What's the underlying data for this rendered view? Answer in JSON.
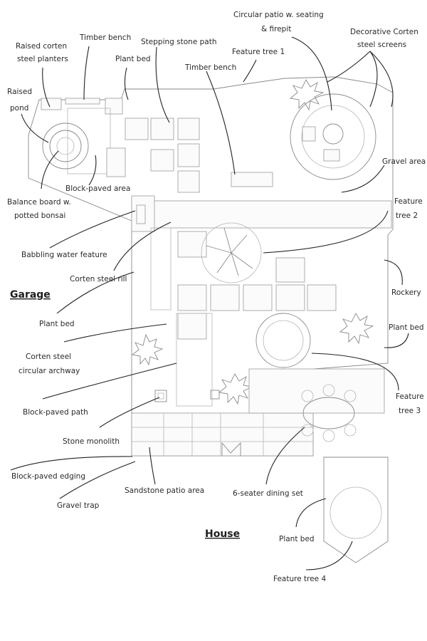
{
  "plan": {
    "garage_label": "Garage",
    "house_label": "House",
    "labels": {
      "raised_corten_planters": [
        "Raised corten",
        "steel planters"
      ],
      "timber_bench_top": "Timber bench",
      "plant_bed_top": "Plant bed",
      "stepping_stone_path": "Stepping stone path",
      "circular_patio": [
        "Circular patio w. seating",
        "& firepit"
      ],
      "feature_tree_1": "Feature tree 1",
      "decorative_corten_screens": [
        "Decorative Corten",
        "steel screens"
      ],
      "raised_pond": [
        "Raised",
        "pond"
      ],
      "timber_bench_mid": "Timber bench",
      "gravel_area": "Gravel area",
      "balance_board": [
        "Balance board w.",
        "potted bonsai"
      ],
      "block_paved_area": "Block-paved area",
      "feature_tree_2": [
        "Feature",
        "tree 2"
      ],
      "babbling_water_feature": "Babbling water feature",
      "corten_steel_rill": "Corten steel rill",
      "rockery": "Rockery",
      "plant_bed_left": "Plant bed",
      "plant_bed_right": "Plant bed",
      "corten_archway": [
        "Corten steel",
        "circular archway"
      ],
      "feature_tree_3": [
        "Feature",
        "tree 3"
      ],
      "block_paved_path": "Block-paved path",
      "stone_monolith": "Stone monolith",
      "block_paved_edging": "Block-paved edging",
      "gravel_trap": "Gravel trap",
      "sandstone_patio": "Sandstone patio area",
      "dining_set": "6-seater dining set",
      "plant_bed_bottom": "Plant bed",
      "feature_tree_4": "Feature tree 4"
    }
  }
}
